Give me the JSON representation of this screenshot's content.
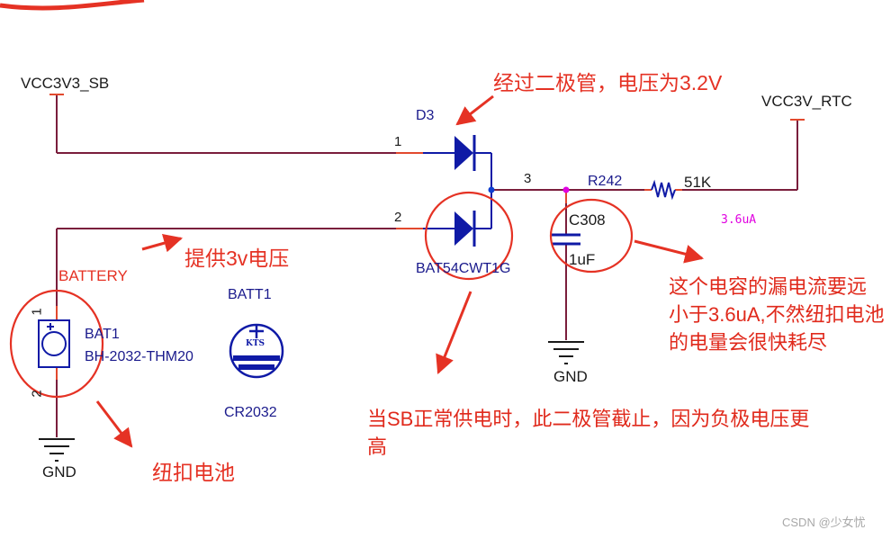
{
  "nets": {
    "vcc3v3_sb": "VCC3V3_SB",
    "vcc3v_rtc": "VCC3V_RTC",
    "gnd_cap": "GND",
    "gnd_bat": "GND"
  },
  "diode": {
    "ref": "D3",
    "part": "BAT54CWT1G",
    "pin1": "1",
    "pin2": "2",
    "pin3": "3"
  },
  "resistor": {
    "ref": "R242",
    "value": "51K"
  },
  "capacitor": {
    "ref": "C308",
    "value": "1uF"
  },
  "current_label": "3.6uA",
  "battery": {
    "net_label": "BATTERY",
    "ref": "BAT1",
    "part": "BH-2032-THM20",
    "pin1": "1",
    "pin2": "2",
    "symbol_ref": "BATT1",
    "symbol_part": "CR2032",
    "symbol_brand": "KTS"
  },
  "annotations": {
    "diode_voltage": "经过二极管，电压为3.2V",
    "battery_voltage": "提供3v电压",
    "cap_leakage": "这个电容的漏电流要远小于3.6uA,不然纽扣电池的电量会很快耗尽",
    "sb_cutoff": "当SB正常供电时，此二极管截止，因为负极电压更高",
    "coin_cell": "纽扣电池"
  },
  "watermark": "CSDN @少女忧",
  "colors": {
    "wire": "#7a1e3c",
    "pin_stub": "#e2492e",
    "component": "#0f1aa6",
    "annotation": "#e53224",
    "junction": "#1040d0",
    "junction2": "#e000e0"
  }
}
